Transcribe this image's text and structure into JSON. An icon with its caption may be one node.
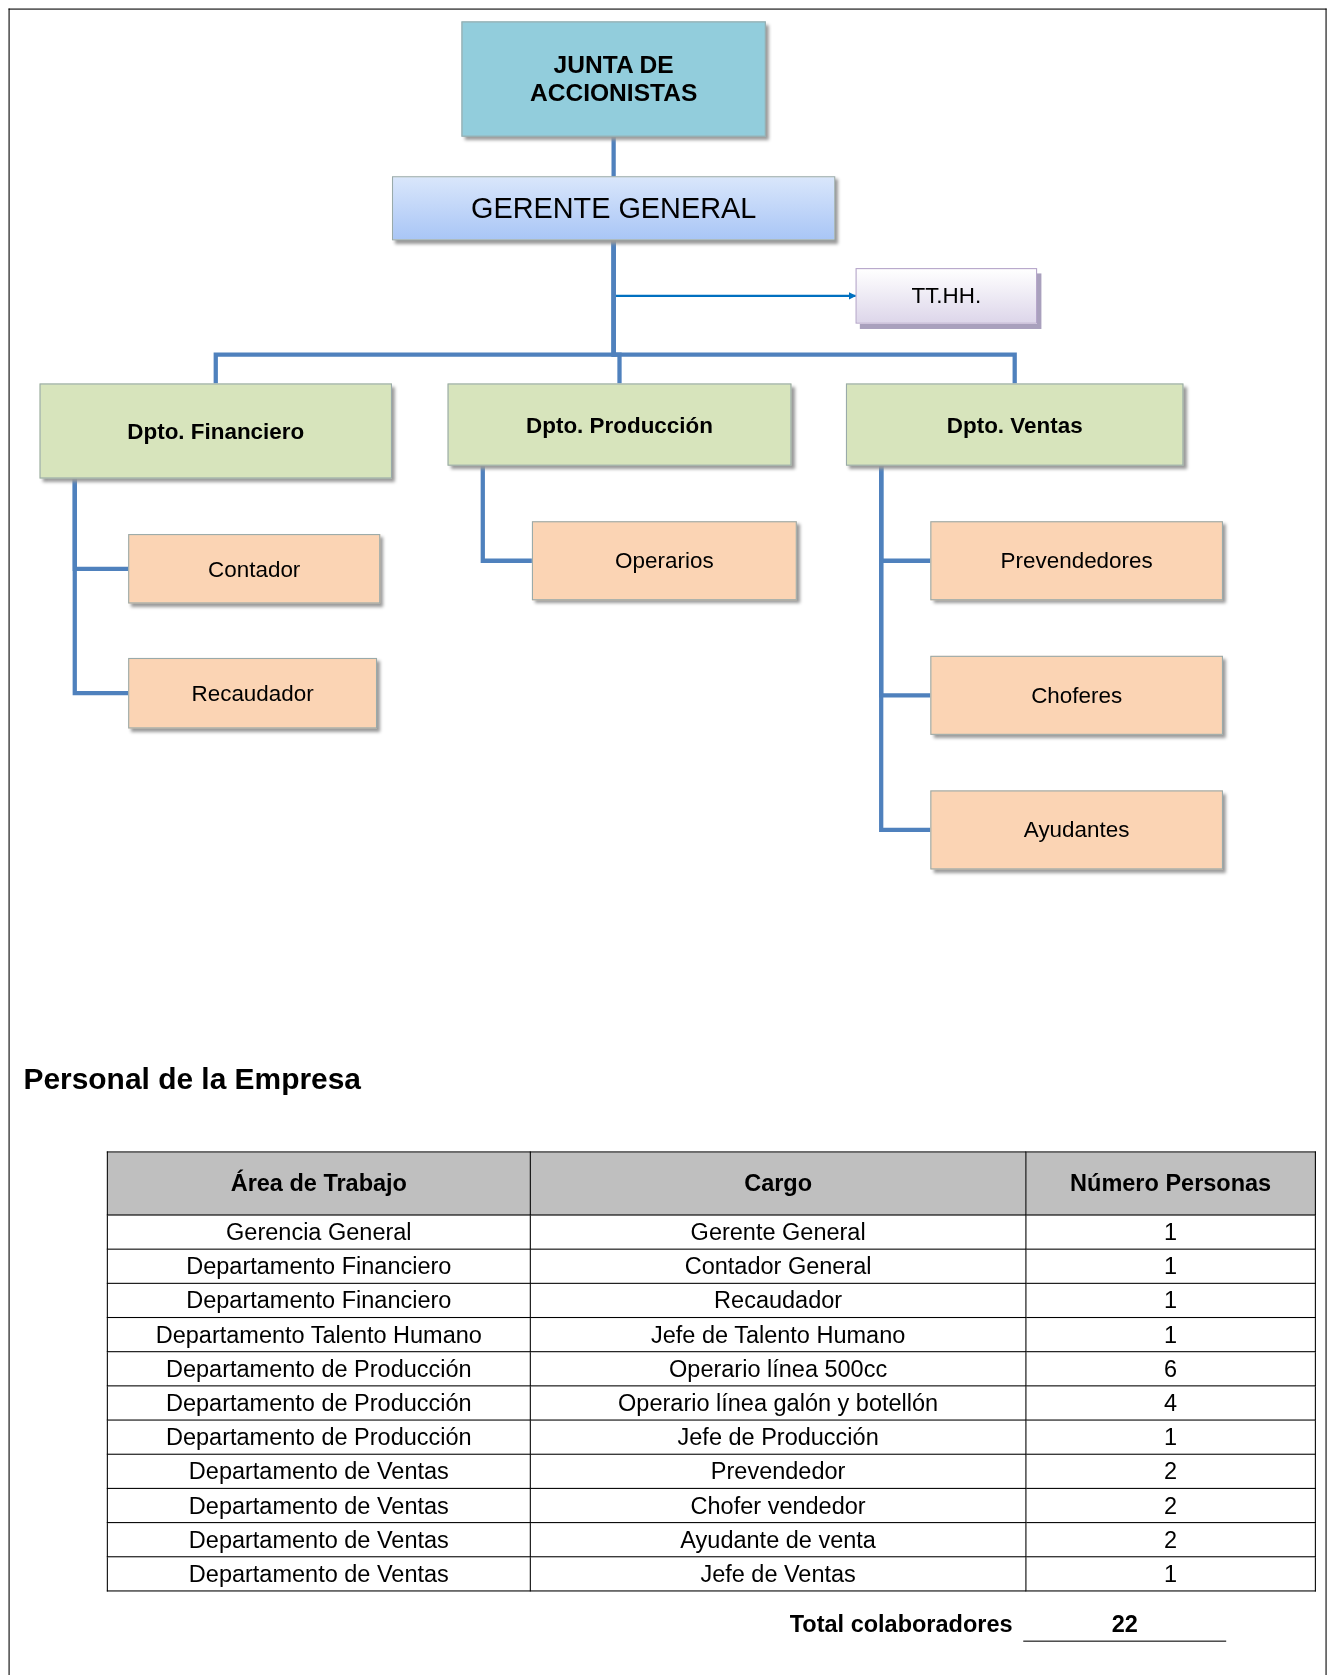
{
  "diagram": {
    "nodes": [
      {
        "text": [
          "JUNTA DE ACCIONISTAS"
        ]
      },
      {
        "text": [
          "GERENTE GENERAL"
        ]
      },
      {
        "text": [
          "TT.HH."
        ]
      },
      {
        "text": [
          "Dpto. Financiero"
        ]
      },
      {
        "text": [
          "Dpto. Producción"
        ]
      },
      {
        "text": [
          "Dpto. Ventas"
        ]
      },
      {
        "text": [
          "Contador"
        ]
      },
      {
        "text": [
          "Recaudador"
        ]
      },
      {
        "text": [
          "Operarios"
        ]
      },
      {
        "text": [
          "Prevendedores"
        ]
      },
      {
        "text": [
          "Choferes"
        ]
      },
      {
        "text": [
          "Ayudantes"
        ]
      }
    ],
    "edges": [
      {
        "from": 0,
        "to": 1,
        "arrow": "none"
      },
      {
        "from": 1,
        "to": 2,
        "arrow": "to",
        "color": "#0070c0"
      },
      {
        "from": 1,
        "to": 3,
        "arrow": "none"
      },
      {
        "from": 1,
        "to": 4,
        "arrow": "none"
      },
      {
        "from": 1,
        "to": 5,
        "arrow": "none"
      },
      {
        "from": 3,
        "to": 6,
        "arrow": "none"
      },
      {
        "from": 3,
        "to": 7,
        "arrow": "none"
      },
      {
        "from": 4,
        "to": 8,
        "arrow": "none"
      },
      {
        "from": 5,
        "to": 9,
        "arrow": "none"
      },
      {
        "from": 5,
        "to": 10,
        "arrow": "none"
      },
      {
        "from": 5,
        "to": 11,
        "arrow": "none"
      }
    ],
    "labels": [
      "Personal de la Empresa",
      "Área de Trabajo",
      "Cargo",
      "Número Personas",
      "Gerencia General",
      "Gerente General",
      "1",
      "Departamento Financiero",
      "Contador General",
      "1",
      "Departamento Financiero",
      "Recaudador",
      "1",
      "Departamento Talento Humano",
      "Jefe de Talento Humano",
      "1",
      "Departamento de Producción",
      "Operario línea 500cc",
      "6",
      "Departamento de Producción",
      "Operario línea galón y botellón",
      "4",
      "Departamento de Producción",
      "Jefe de Producción",
      "1",
      "Departamento de Ventas",
      "Prevendedor",
      "2",
      "Departamento de Ventas",
      "Chofer vendedor",
      "2",
      "Departamento de Ventas",
      "Ayudante de venta",
      "2",
      "Departamento de Ventas",
      "Jefe de Ventas",
      "1",
      "Total colaboradores",
      "22"
    ]
  }
}
